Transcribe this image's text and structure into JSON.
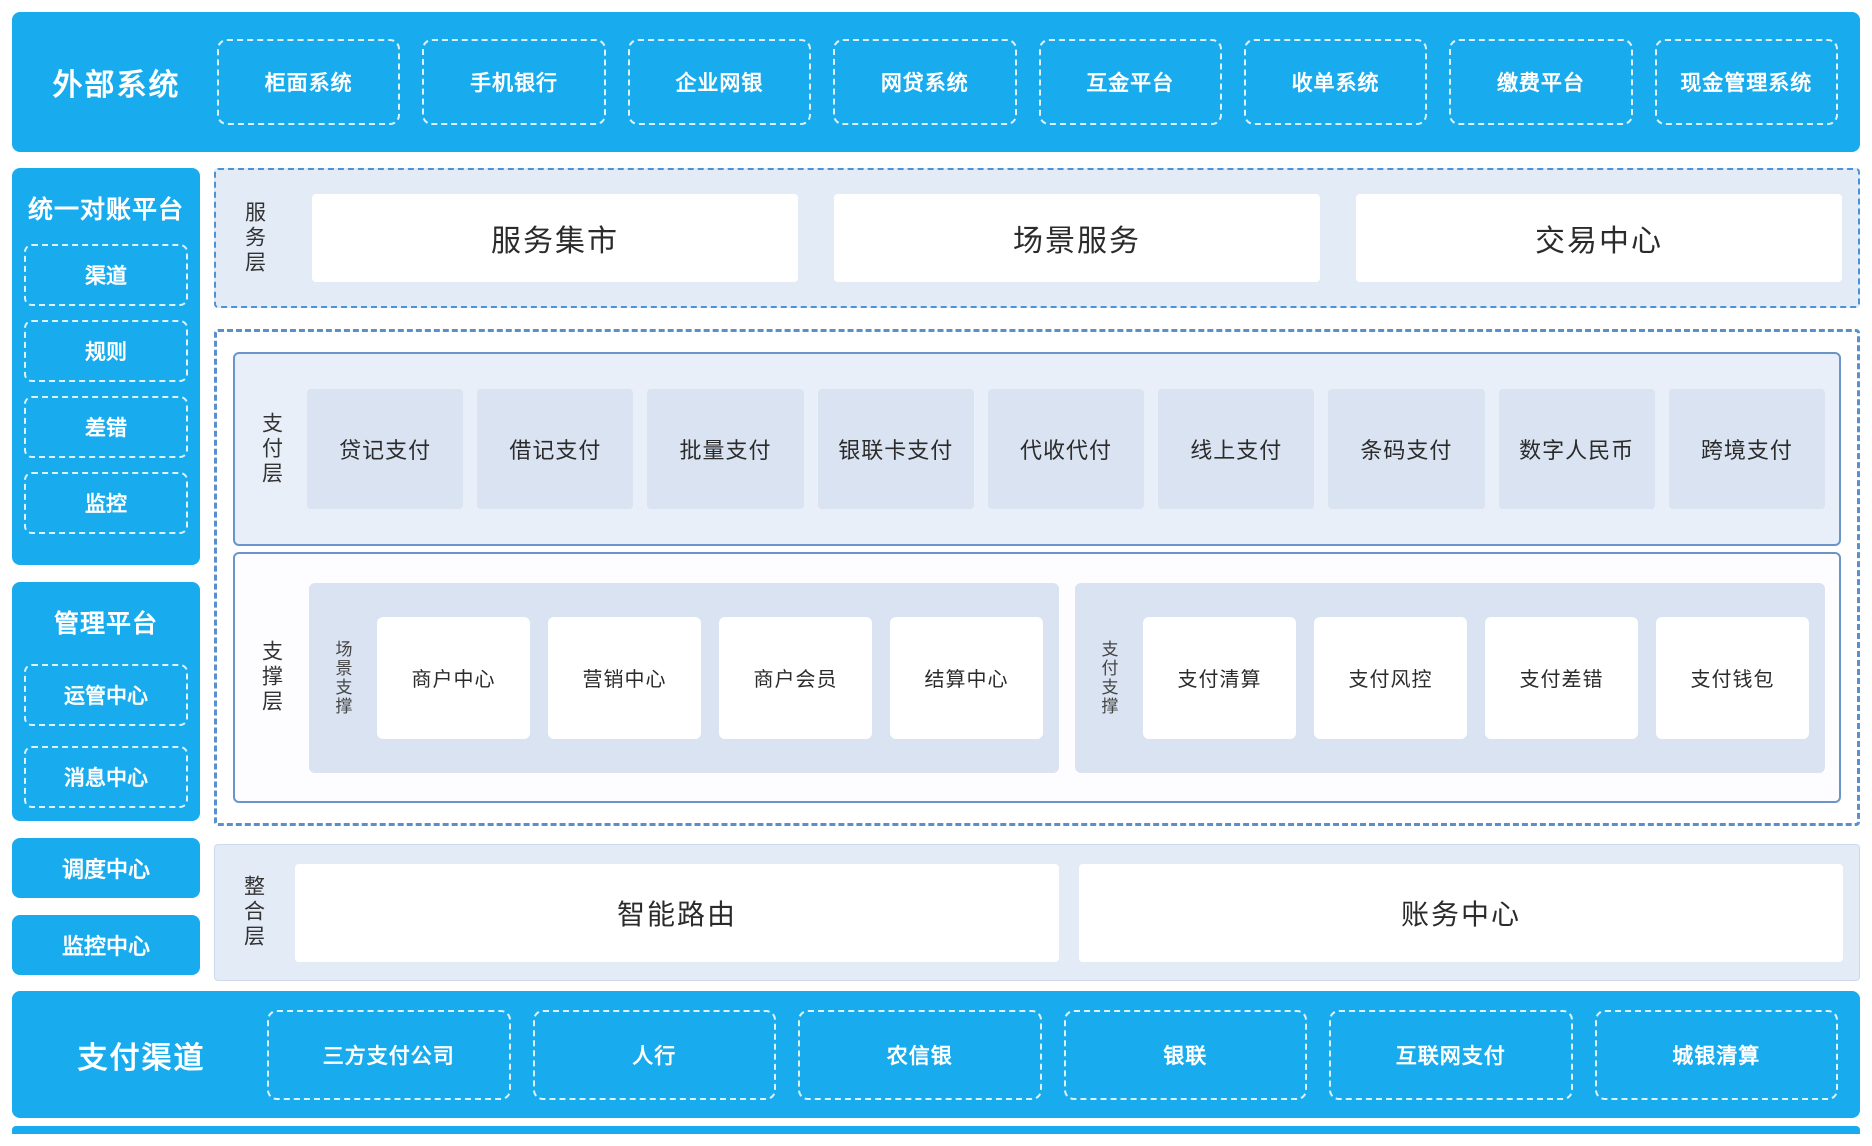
{
  "top_banner": {
    "title": "外部系统",
    "items": [
      "柜面系统",
      "手机银行",
      "企业网银",
      "网贷系统",
      "互金平台",
      "收单系统",
      "缴费平台",
      "现金管理系统"
    ]
  },
  "sidebar": {
    "reconciliation": {
      "title": "统一对账平台",
      "items": [
        "渠道",
        "规则",
        "差错",
        "监控"
      ]
    },
    "management": {
      "title": "管理平台",
      "items": [
        "运管中心",
        "消息中心"
      ]
    },
    "scheduling_center": "调度中心",
    "monitoring_center": "监控中心"
  },
  "service_layer": {
    "label": "服务层",
    "items": [
      "服务集市",
      "场景服务",
      "交易中心"
    ]
  },
  "payment_layer": {
    "label": "支付层",
    "items": [
      "贷记支付",
      "借记支付",
      "批量支付",
      "银联卡支付",
      "代收代付",
      "线上支付",
      "条码支付",
      "数字人民币",
      "跨境支付"
    ]
  },
  "support_layer": {
    "label": "支撑层",
    "groups": [
      {
        "label": "场景支撑",
        "items": [
          "商户中心",
          "营销中心",
          "商户会员",
          "结算中心"
        ]
      },
      {
        "label": "支付支撑",
        "items": [
          "支付清算",
          "支付风控",
          "支付差错",
          "支付钱包"
        ]
      }
    ]
  },
  "integration_layer": {
    "label": "整合层",
    "items": [
      "智能路由",
      "账务中心"
    ]
  },
  "bottom_banner": {
    "title": "支付渠道",
    "items": [
      "三方支付公司",
      "人行",
      "农信银",
      "银联",
      "互联网支付",
      "城银清算"
    ]
  },
  "colors": {
    "cyan": "#18acee",
    "panel_bg": "#e3ebf7",
    "box_bg": "#d9e3f1",
    "border_blue": "#5b8fcb",
    "panel_border": "#6b94c9"
  }
}
